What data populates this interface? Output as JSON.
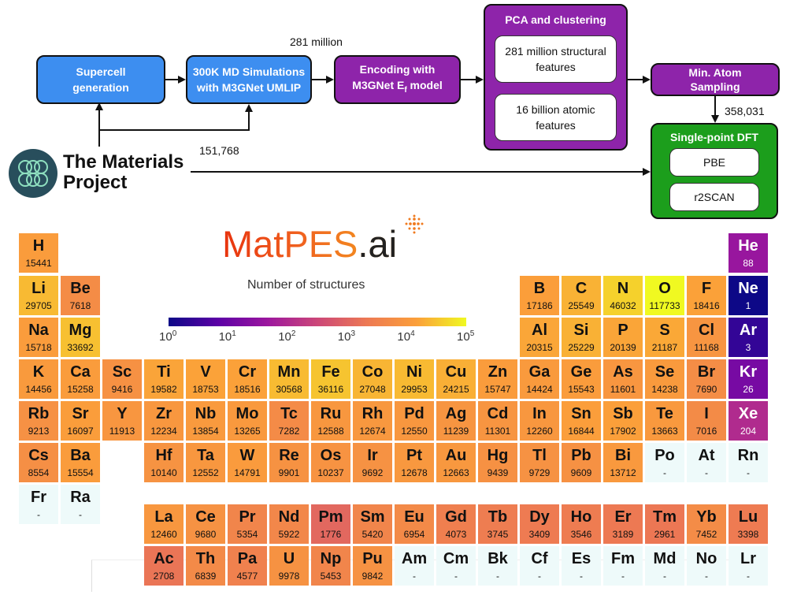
{
  "flow": {
    "supercell": "Supercell generation",
    "md": "300K MD Simulations with M3GNet UMLIP",
    "encoding_prefix": "Encoding with M3GNet E",
    "encoding_sub": "f",
    "encoding_suffix": " model",
    "pca_title": "PCA and clustering",
    "pca_box1": "281 million structural features",
    "pca_box2": "16 billion atomic features",
    "sampling": "Min. Atom Sampling",
    "dft_title": "Single-point DFT",
    "dft_pbe": "PBE",
    "dft_r2scan": "r2SCAN",
    "label_281m": "281 million",
    "label_358k": "358,031",
    "label_151k": "151,768",
    "mp_line1": "The Materials",
    "mp_line2": "Project"
  },
  "logo": {
    "main": "MatPES",
    "suffix": ".ai"
  },
  "colorbar": {
    "title": "Number of structures",
    "ticks": [
      {
        "base": "10",
        "exp": "0"
      },
      {
        "base": "10",
        "exp": "1"
      },
      {
        "base": "10",
        "exp": "2"
      },
      {
        "base": "10",
        "exp": "3"
      },
      {
        "base": "10",
        "exp": "4"
      },
      {
        "base": "10",
        "exp": "5"
      }
    ]
  },
  "colors": {
    "blue_box": "#3d8ef0",
    "purple_box": "#8e24aa",
    "green_box": "#1c9e1c",
    "no_data": "#eefafa"
  },
  "elements": [
    {
      "s": "H",
      "n": "15441",
      "c": 1,
      "r": 1
    },
    {
      "s": "He",
      "n": "88",
      "c": 18,
      "r": 1
    },
    {
      "s": "Li",
      "n": "29705",
      "c": 1,
      "r": 2
    },
    {
      "s": "Be",
      "n": "7618",
      "c": 2,
      "r": 2
    },
    {
      "s": "B",
      "n": "17186",
      "c": 13,
      "r": 2
    },
    {
      "s": "C",
      "n": "25549",
      "c": 14,
      "r": 2
    },
    {
      "s": "N",
      "n": "46032",
      "c": 15,
      "r": 2
    },
    {
      "s": "O",
      "n": "117733",
      "c": 16,
      "r": 2
    },
    {
      "s": "F",
      "n": "18416",
      "c": 17,
      "r": 2
    },
    {
      "s": "Ne",
      "n": "1",
      "c": 18,
      "r": 2
    },
    {
      "s": "Na",
      "n": "15718",
      "c": 1,
      "r": 3
    },
    {
      "s": "Mg",
      "n": "33692",
      "c": 2,
      "r": 3
    },
    {
      "s": "Al",
      "n": "20315",
      "c": 13,
      "r": 3
    },
    {
      "s": "Si",
      "n": "25229",
      "c": 14,
      "r": 3
    },
    {
      "s": "P",
      "n": "20139",
      "c": 15,
      "r": 3
    },
    {
      "s": "S",
      "n": "21187",
      "c": 16,
      "r": 3
    },
    {
      "s": "Cl",
      "n": "11168",
      "c": 17,
      "r": 3
    },
    {
      "s": "Ar",
      "n": "3",
      "c": 18,
      "r": 3
    },
    {
      "s": "K",
      "n": "14456",
      "c": 1,
      "r": 4
    },
    {
      "s": "Ca",
      "n": "15258",
      "c": 2,
      "r": 4
    },
    {
      "s": "Sc",
      "n": "9416",
      "c": 3,
      "r": 4
    },
    {
      "s": "Ti",
      "n": "19582",
      "c": 4,
      "r": 4
    },
    {
      "s": "V",
      "n": "18753",
      "c": 5,
      "r": 4
    },
    {
      "s": "Cr",
      "n": "18516",
      "c": 6,
      "r": 4
    },
    {
      "s": "Mn",
      "n": "30568",
      "c": 7,
      "r": 4
    },
    {
      "s": "Fe",
      "n": "36116",
      "c": 8,
      "r": 4
    },
    {
      "s": "Co",
      "n": "27048",
      "c": 9,
      "r": 4
    },
    {
      "s": "Ni",
      "n": "29953",
      "c": 10,
      "r": 4
    },
    {
      "s": "Cu",
      "n": "24215",
      "c": 11,
      "r": 4
    },
    {
      "s": "Zn",
      "n": "15747",
      "c": 12,
      "r": 4
    },
    {
      "s": "Ga",
      "n": "14424",
      "c": 13,
      "r": 4
    },
    {
      "s": "Ge",
      "n": "15543",
      "c": 14,
      "r": 4
    },
    {
      "s": "As",
      "n": "11601",
      "c": 15,
      "r": 4
    },
    {
      "s": "Se",
      "n": "14238",
      "c": 16,
      "r": 4
    },
    {
      "s": "Br",
      "n": "7690",
      "c": 17,
      "r": 4
    },
    {
      "s": "Kr",
      "n": "26",
      "c": 18,
      "r": 4
    },
    {
      "s": "Rb",
      "n": "9213",
      "c": 1,
      "r": 5
    },
    {
      "s": "Sr",
      "n": "16097",
      "c": 2,
      "r": 5
    },
    {
      "s": "Y",
      "n": "11913",
      "c": 3,
      "r": 5
    },
    {
      "s": "Zr",
      "n": "12234",
      "c": 4,
      "r": 5
    },
    {
      "s": "Nb",
      "n": "13854",
      "c": 5,
      "r": 5
    },
    {
      "s": "Mo",
      "n": "13265",
      "c": 6,
      "r": 5
    },
    {
      "s": "Tc",
      "n": "7282",
      "c": 7,
      "r": 5
    },
    {
      "s": "Ru",
      "n": "12588",
      "c": 8,
      "r": 5
    },
    {
      "s": "Rh",
      "n": "12674",
      "c": 9,
      "r": 5
    },
    {
      "s": "Pd",
      "n": "12550",
      "c": 10,
      "r": 5
    },
    {
      "s": "Ag",
      "n": "11239",
      "c": 11,
      "r": 5
    },
    {
      "s": "Cd",
      "n": "11301",
      "c": 12,
      "r": 5
    },
    {
      "s": "In",
      "n": "12260",
      "c": 13,
      "r": 5
    },
    {
      "s": "Sn",
      "n": "16844",
      "c": 14,
      "r": 5
    },
    {
      "s": "Sb",
      "n": "17902",
      "c": 15,
      "r": 5
    },
    {
      "s": "Te",
      "n": "13663",
      "c": 16,
      "r": 5
    },
    {
      "s": "I",
      "n": "7016",
      "c": 17,
      "r": 5
    },
    {
      "s": "Xe",
      "n": "204",
      "c": 18,
      "r": 5
    },
    {
      "s": "Cs",
      "n": "8554",
      "c": 1,
      "r": 6
    },
    {
      "s": "Ba",
      "n": "15554",
      "c": 2,
      "r": 6
    },
    {
      "s": "Hf",
      "n": "10140",
      "c": 4,
      "r": 6
    },
    {
      "s": "Ta",
      "n": "12552",
      "c": 5,
      "r": 6
    },
    {
      "s": "W",
      "n": "14791",
      "c": 6,
      "r": 6
    },
    {
      "s": "Re",
      "n": "9901",
      "c": 7,
      "r": 6
    },
    {
      "s": "Os",
      "n": "10237",
      "c": 8,
      "r": 6
    },
    {
      "s": "Ir",
      "n": "9692",
      "c": 9,
      "r": 6
    },
    {
      "s": "Pt",
      "n": "12678",
      "c": 10,
      "r": 6
    },
    {
      "s": "Au",
      "n": "12663",
      "c": 11,
      "r": 6
    },
    {
      "s": "Hg",
      "n": "9439",
      "c": 12,
      "r": 6
    },
    {
      "s": "Tl",
      "n": "9729",
      "c": 13,
      "r": 6
    },
    {
      "s": "Pb",
      "n": "9609",
      "c": 14,
      "r": 6
    },
    {
      "s": "Bi",
      "n": "13712",
      "c": 15,
      "r": 6
    },
    {
      "s": "Po",
      "n": "-",
      "c": 16,
      "r": 6
    },
    {
      "s": "At",
      "n": "-",
      "c": 17,
      "r": 6
    },
    {
      "s": "Rn",
      "n": "-",
      "c": 18,
      "r": 6
    },
    {
      "s": "Fr",
      "n": "-",
      "c": 1,
      "r": 7
    },
    {
      "s": "Ra",
      "n": "-",
      "c": 2,
      "r": 7
    },
    {
      "s": "La",
      "n": "12460",
      "c": 4,
      "r": 8
    },
    {
      "s": "Ce",
      "n": "9680",
      "c": 5,
      "r": 8
    },
    {
      "s": "Pr",
      "n": "5354",
      "c": 6,
      "r": 8
    },
    {
      "s": "Nd",
      "n": "5922",
      "c": 7,
      "r": 8
    },
    {
      "s": "Pm",
      "n": "1776",
      "c": 8,
      "r": 8
    },
    {
      "s": "Sm",
      "n": "5420",
      "c": 9,
      "r": 8
    },
    {
      "s": "Eu",
      "n": "6954",
      "c": 10,
      "r": 8
    },
    {
      "s": "Gd",
      "n": "4073",
      "c": 11,
      "r": 8
    },
    {
      "s": "Tb",
      "n": "3745",
      "c": 12,
      "r": 8
    },
    {
      "s": "Dy",
      "n": "3409",
      "c": 13,
      "r": 8
    },
    {
      "s": "Ho",
      "n": "3546",
      "c": 14,
      "r": 8
    },
    {
      "s": "Er",
      "n": "3189",
      "c": 15,
      "r": 8
    },
    {
      "s": "Tm",
      "n": "2961",
      "c": 16,
      "r": 8
    },
    {
      "s": "Yb",
      "n": "7452",
      "c": 17,
      "r": 8
    },
    {
      "s": "Lu",
      "n": "3398",
      "c": 18,
      "r": 8
    },
    {
      "s": "Ac",
      "n": "2708",
      "c": 4,
      "r": 9
    },
    {
      "s": "Th",
      "n": "6839",
      "c": 5,
      "r": 9
    },
    {
      "s": "Pa",
      "n": "4577",
      "c": 6,
      "r": 9
    },
    {
      "s": "U",
      "n": "9978",
      "c": 7,
      "r": 9
    },
    {
      "s": "Np",
      "n": "5453",
      "c": 8,
      "r": 9
    },
    {
      "s": "Pu",
      "n": "9842",
      "c": 9,
      "r": 9
    },
    {
      "s": "Am",
      "n": "-",
      "c": 10,
      "r": 9
    },
    {
      "s": "Cm",
      "n": "-",
      "c": 11,
      "r": 9
    },
    {
      "s": "Bk",
      "n": "-",
      "c": 12,
      "r": 9
    },
    {
      "s": "Cf",
      "n": "-",
      "c": 13,
      "r": 9
    },
    {
      "s": "Es",
      "n": "-",
      "c": 14,
      "r": 9
    },
    {
      "s": "Fm",
      "n": "-",
      "c": 15,
      "r": 9
    },
    {
      "s": "Md",
      "n": "-",
      "c": 16,
      "r": 9
    },
    {
      "s": "No",
      "n": "-",
      "c": 17,
      "r": 9
    },
    {
      "s": "Lr",
      "n": "-",
      "c": 18,
      "r": 9
    }
  ]
}
